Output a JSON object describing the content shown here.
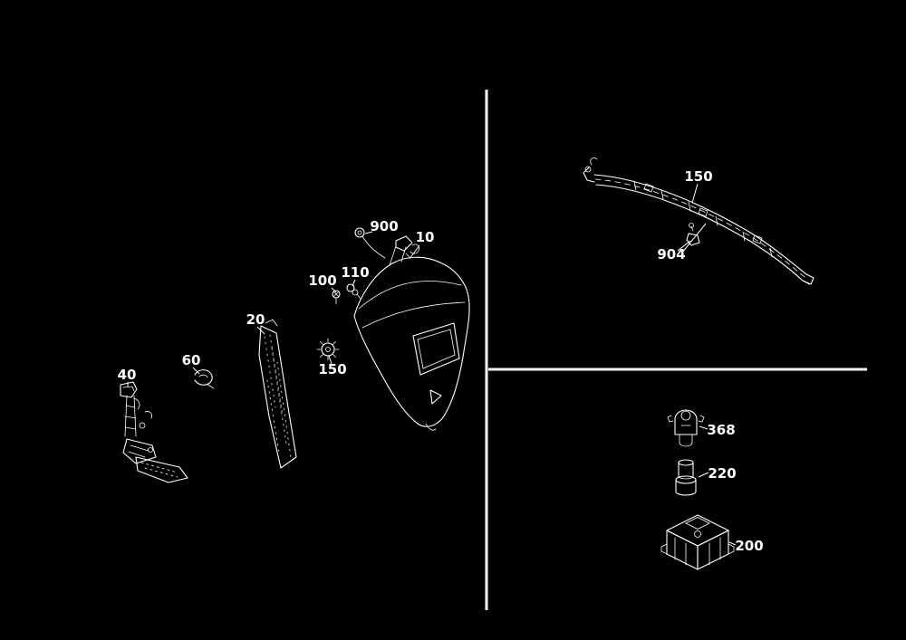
{
  "diagram": {
    "kind": "exploded-parts-diagram",
    "colors": {
      "background": "#000000",
      "line": "#ffffff",
      "label_text": "#ffffff"
    }
  },
  "labels": {
    "part_10": "10",
    "part_20": "20",
    "part_40": "40",
    "part_60": "60",
    "part_100": "100",
    "part_110": "110",
    "part_150_left": "150",
    "part_900": "900",
    "part_150_rail": "150",
    "part_904": "904",
    "part_368": "368",
    "part_220": "220",
    "part_200": "200"
  }
}
